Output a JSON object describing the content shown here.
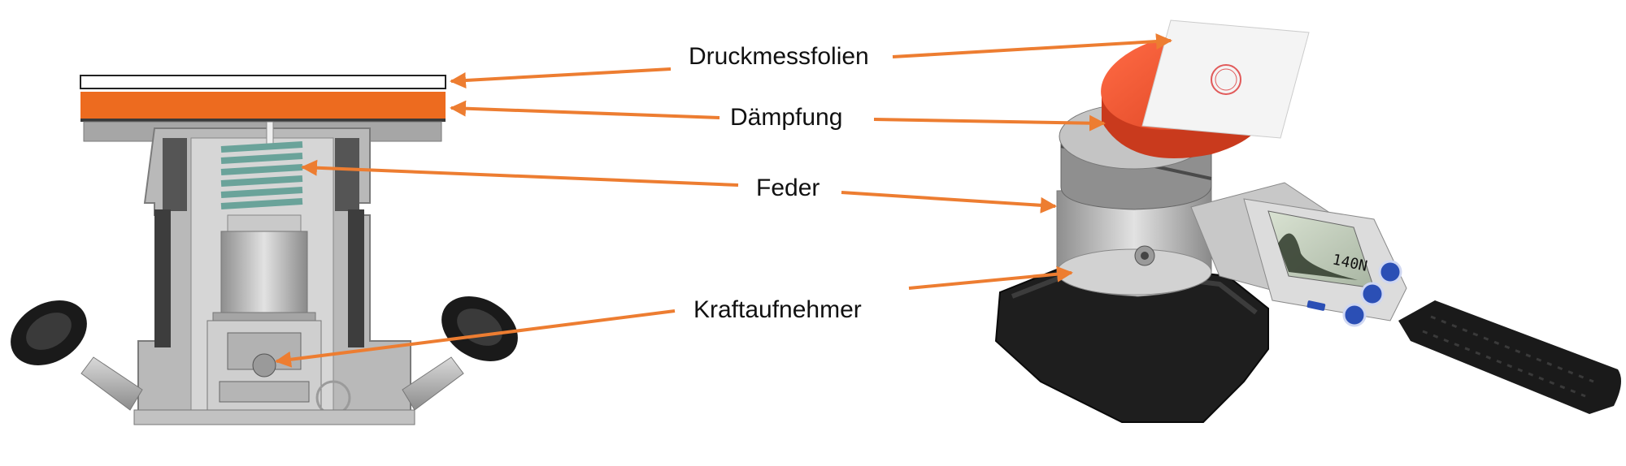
{
  "labels": {
    "pressure_film": "Druckmessfolien",
    "damping": "Dämpfung",
    "spring": "Feder",
    "load_cell": "Kraftaufnehmer"
  },
  "device_display": {
    "reading": "140N"
  },
  "colors": {
    "arrow": "#ed7d31",
    "damping_pad": "#ed6b1f",
    "spring": "#6aa39a",
    "housing": "#a9a9a9",
    "base": "#1e1e1e",
    "display_buttons": "#2b4fb5"
  }
}
